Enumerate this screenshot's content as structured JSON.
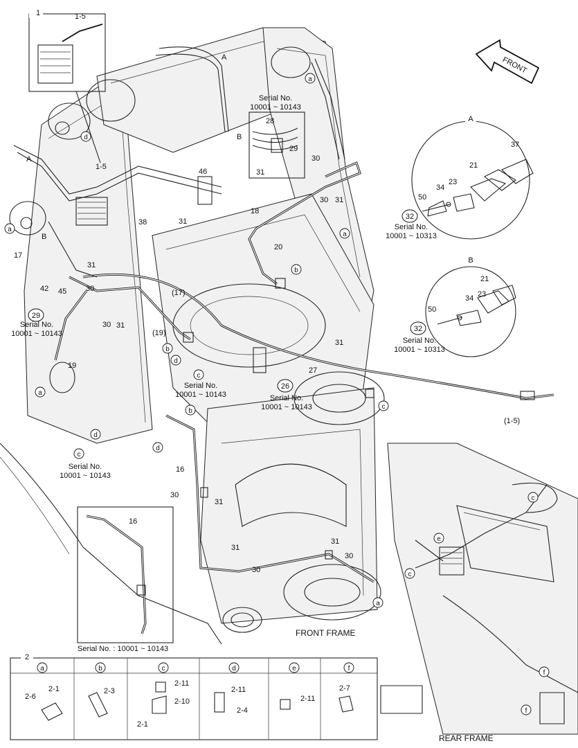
{
  "direction_label": "FRONT",
  "frame_labels": {
    "front_frame": "FRONT FRAME",
    "rear_frame": "REAR FRAME"
  },
  "serial_captions": {
    "s_10001_10143": "Serial No.\n10001 ~ 10143",
    "s_10001_10313": "Serial No.\n10001 ~ 10313",
    "inset_16": "Serial No. : 10001 ~ 10143"
  },
  "section_keys": {
    "one": "1",
    "two": "2",
    "A": "A",
    "B": "B"
  },
  "circled_numbers": [
    "32",
    "32",
    "29",
    "26"
  ],
  "callouts": {
    "main": [
      "1-5",
      "1-5",
      "17",
      "42",
      "45",
      "30",
      "30",
      "31",
      "31",
      "38",
      "46",
      "31",
      "28",
      "29",
      "31",
      "30",
      "30",
      "31",
      "18",
      "20",
      "(17)",
      "(19)",
      "19",
      "27",
      "31",
      "(1-5)",
      "16",
      "30",
      "31",
      "31",
      "30",
      "30",
      "31",
      "16"
    ],
    "detail_A": [
      "37",
      "21",
      "23",
      "34",
      "50"
    ],
    "detail_B": [
      "21",
      "23",
      "34",
      "50"
    ]
  },
  "fitting_letters": [
    "a",
    "b",
    "c",
    "d",
    "e",
    "f"
  ],
  "fitting_table": {
    "headers": [
      "a",
      "b",
      "c",
      "d",
      "e",
      "f"
    ],
    "a": [
      "2-1",
      "2-6"
    ],
    "b": [
      "2-3"
    ],
    "c": [
      "2-11",
      "2-10",
      "2-1"
    ],
    "d": [
      "2-11",
      "2-4"
    ],
    "e": [
      "2-11"
    ],
    "f": [
      "2-7"
    ]
  }
}
